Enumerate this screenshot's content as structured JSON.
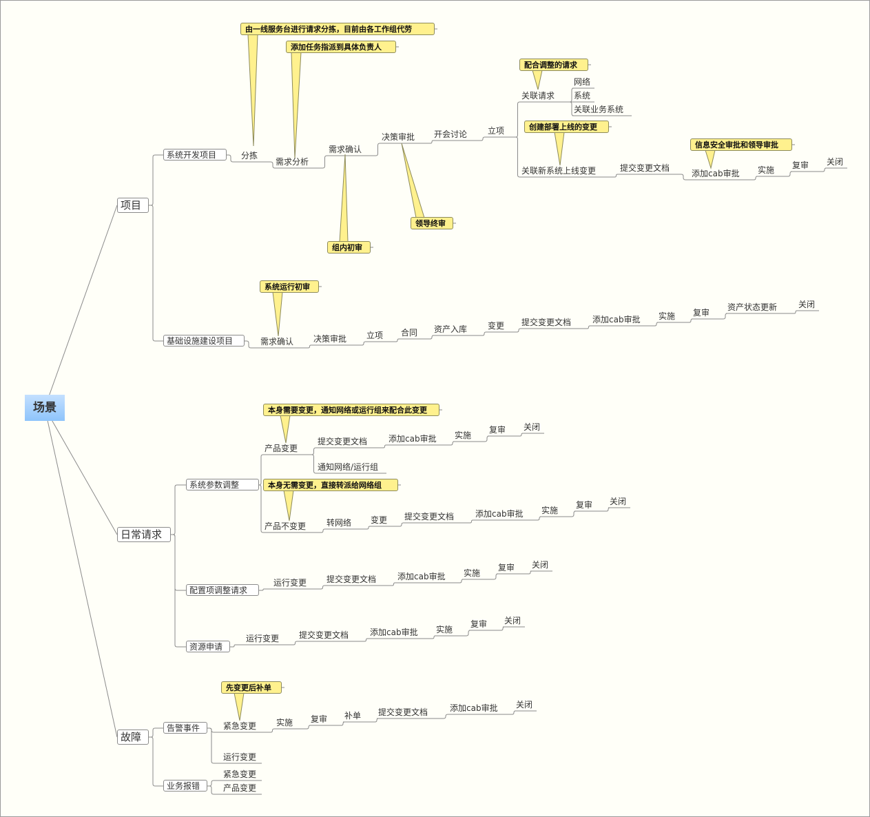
{
  "root": "场景",
  "topics": {
    "xm": "项目",
    "rc": "日常请求",
    "gz": "故障",
    "xtkf": "系统开发项目",
    "fj": "分拣",
    "xqfx": "需求分析",
    "xqqr": "需求确认",
    "jcsp": "决策审批",
    "khtl": "开会讨论",
    "lx": "立项",
    "glqq": "关联请求",
    "wl": "网络",
    "xt": "系统",
    "glywxt": "关联业务系统",
    "glxxt": "关联新系统上线变更",
    "tjbg1": "提交变更文档",
    "cab1": "添加cab审批",
    "ss1": "实施",
    "fs1": "复审",
    "gb1": "关闭",
    "jcss": "基础设施建设项目",
    "xqqr2": "需求确认",
    "jcsp2": "决策审批",
    "lx2": "立项",
    "ht": "合同",
    "zcrk": "资产入库",
    "bg2": "变更",
    "tjbg2": "提交变更文档",
    "cab2": "添加cab审批",
    "ss2": "实施",
    "fs2": "复审",
    "zcgx": "资产状态更新",
    "gb2": "关闭",
    "xtcs": "系统参数调整",
    "cpbg": "产品变更",
    "tjbg3": "提交变更文档",
    "cab3": "添加cab审批",
    "ss3": "实施",
    "fs3": "复审",
    "gb3": "关闭",
    "tzwl": "通知网络/运行组",
    "cpbbg": "产品不变更",
    "zwl": "转网络",
    "bg4": "变更",
    "tjbg4": "提交变更文档",
    "cab4": "添加cab审批",
    "ss4": "实施",
    "fs4": "复审",
    "gb4": "关闭",
    "pzx": "配置项调整请求",
    "yxbg5": "运行变更",
    "tjbg5": "提交变更文档",
    "cab5": "添加cab审批",
    "ss5": "实施",
    "fs5": "复审",
    "gb5": "关闭",
    "zysq": "资源申请",
    "yxbg6": "运行变更",
    "tjbg6": "提交变更文档",
    "cab6": "添加cab审批",
    "ss6": "实施",
    "fs6": "复审",
    "gb6": "关闭",
    "gjsj": "告警事件",
    "jjbg7": "紧急变更",
    "ss7": "实施",
    "fs7": "复审",
    "bd7": "补单",
    "tjbg7": "提交变更文档",
    "cab7": "添加cab审批",
    "gb7": "关闭",
    "yxbg8": "运行变更",
    "ywbc": "业务报错",
    "jjbg9": "紧急变更",
    "cpbg9": "产品变更"
  },
  "callouts": {
    "c1": "由一线服务台进行请求分拣，目前由各工作组代劳",
    "c2": "添加任务指派到具体负责人",
    "c3": "配合调整的请求",
    "c4": "创建部署上线的变更",
    "c5": "信息安全审批和领导审批",
    "c6": "组内初审",
    "c7": "领导终审",
    "c8": "系统运行初审",
    "c9": "本身需要变更，通知网络或运行组来配合此变更",
    "c10": "本身无需变更，直接转派给网络组",
    "c11": "先变更后补单"
  },
  "colors": {
    "callout": "#fff18e",
    "root": "#8ec4fb",
    "line": "#8a8a8a"
  }
}
